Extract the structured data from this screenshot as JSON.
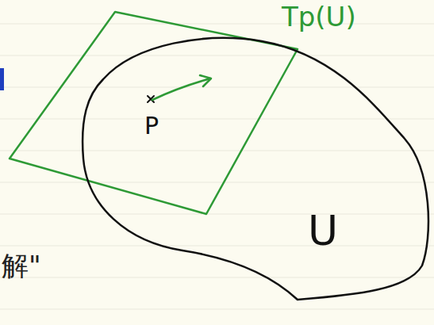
{
  "diagram": {
    "nodes": [
      {
        "text": [
          "Tp(U)"
        ]
      },
      {
        "text": [
          "U"
        ]
      }
    ],
    "labels": [
      "P",
      "解\""
    ]
  }
}
